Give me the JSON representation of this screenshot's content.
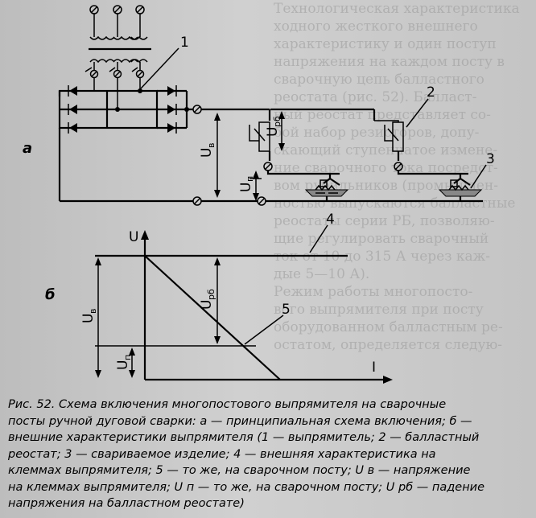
{
  "labels": {
    "part_a": "а",
    "part_b": "б",
    "n1": "1",
    "n2": "2",
    "n3": "3",
    "n4": "4",
    "n5": "5",
    "u_axis": "U",
    "i_axis": "I",
    "u_v": "U",
    "u_v_sub": "в",
    "u_p": "U",
    "u_p_sub": "п",
    "u_rb": "U",
    "u_rb_sub": "рб"
  },
  "caption_lines": [
    "Рис. 52. Схема включения многопостового выпрямителя на сварочные",
    "посты ручной дуговой сварки: а — принципиальная схема включения; б —",
    "внешние характеристики выпрямителя (1 — выпрямитель; 2 — балластный",
    "реостат; 3 — свариваемое изделие; 4 — внешняя характеристика на",
    "клеммах выпрямителя; 5 — то же, на сварочном посту; U в — напряжение",
    "на клеммах выпрямителя; U п — то же, на сварочном посту; U рб — падение",
    "напряжения на балластном реостате)"
  ],
  "background_text_lines": [
    "Технологическая характеристика",
    "ходного жесткого внешнего",
    "характеристику и один поступ",
    "напряжения на каждом посту в",
    "сварочную цепь балластного",
    "реостата (рис. 52). Балласт-",
    "ный реостат представляет со-",
    "бой набор резисторов, допу-",
    "скающий ступенчатое измене-",
    "ние сварочного тока посредст-",
    "вом рубильников (промышлен-",
    "ностью выпускаются балластные",
    "реостаты серии РБ, позволяю-",
    "щие регулировать сварочный",
    "ток от 10 до 315 А через каж-",
    "дые 5—10 А).",
    "Режим работы многопосто-",
    "вого выпрямителя при посту",
    "оборудованном балластным ре-",
    "остатом, определяется следую-"
  ]
}
